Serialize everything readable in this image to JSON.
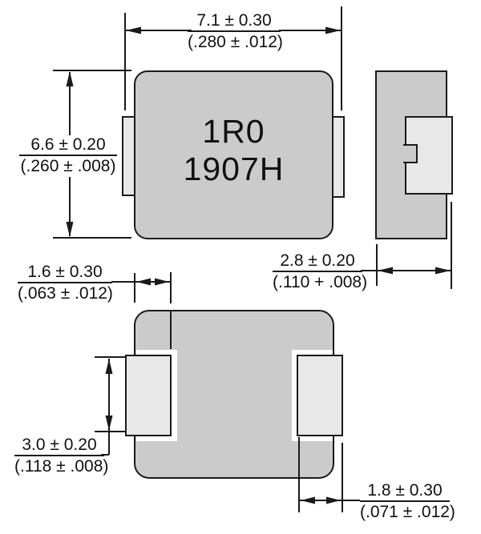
{
  "marking": {
    "line1": "1R0",
    "line2": "1907H"
  },
  "dims": {
    "top_width": {
      "mm": "7.1 ± 0.30",
      "inch": "(.280 ± .012)"
    },
    "left_height": {
      "mm": "6.6 ± 0.20",
      "inch": "(.260 ± .008)"
    },
    "side_thickness": {
      "mm": "2.8 ± 0.20",
      "inch": "(.110 + .008)"
    },
    "pad_setback": {
      "mm": "1.6 ± 0.30",
      "inch": "(.063 ± .012)"
    },
    "pad_height": {
      "mm": "3.0 ± 0.20",
      "inch": "(.118 ± .008)"
    },
    "pad_width": {
      "mm": "1.8 ± 0.30",
      "inch": "(.071 ± .012)"
    }
  },
  "colors": {
    "body_fill": "#cbcbcb",
    "pad_fill": "#e8e8e8",
    "outline": "#1a1a1a",
    "text": "#111111",
    "background": "#ffffff"
  }
}
